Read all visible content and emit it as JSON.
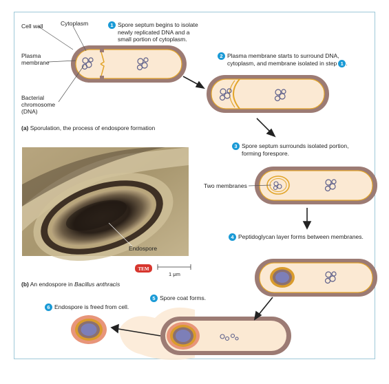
{
  "labels": {
    "cell_wall": "Cell wall",
    "cytoplasm": "Cytoplasm",
    "plasma_membrane_1": "Plasma",
    "plasma_membrane_2": "membrane",
    "bact_chrom_1": "Bacterial",
    "bact_chrom_2": "chromosome",
    "bact_chrom_3": "(DNA)",
    "two_membranes": "Two membranes",
    "endospore": "Endospore"
  },
  "steps": [
    {
      "num": "1",
      "lines": [
        "Spore septum begins to isolate",
        "newly replicated DNA and a",
        "small portion of cytoplasm."
      ]
    },
    {
      "num": "2",
      "lines": [
        "Plasma membrane starts to surround DNA,",
        "cytoplasm, and membrane isolated in step"
      ],
      "ref": "1"
    },
    {
      "num": "3",
      "lines": [
        "Spore septum surrounds isolated portion,",
        "forming forespore."
      ]
    },
    {
      "num": "4",
      "lines": [
        "Peptidoglycan layer forms between membranes."
      ]
    },
    {
      "num": "5",
      "lines": [
        "Spore coat forms."
      ]
    },
    {
      "num": "6",
      "lines": [
        "Endospore is freed from cell."
      ]
    }
  ],
  "captions": {
    "a_letter": "(a)",
    "a_text": "Sporulation, the process of endospore formation",
    "b_letter": "(b)",
    "b_text": "An endospore in ",
    "b_species": "Bacillus anthracis"
  },
  "micrograph": {
    "badge": "TEM",
    "scale": "1 μm"
  },
  "colors": {
    "cell_wall": "#9c7b74",
    "cytoplasm": "#fbe9d3",
    "membrane": "#e2a52a",
    "step_badge": "#1a9ad6",
    "spore_coat": "#e8957a",
    "tem_badge": "#d7362e"
  }
}
